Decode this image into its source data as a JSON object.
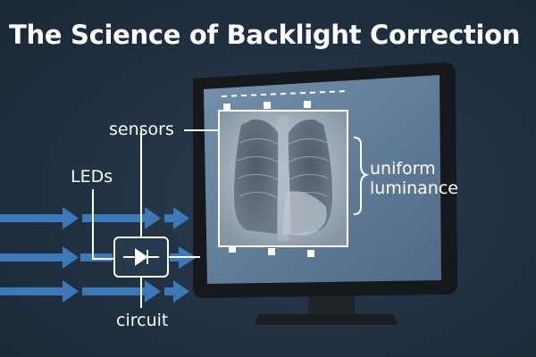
{
  "title": "The Science of Backlight Correction",
  "labels": {
    "sensors": "sensors",
    "leds": "LEDs",
    "circuit": "circuit",
    "uniform": "uniform",
    "luminance": "luminance"
  },
  "icons": [
    "arrow-right-icon",
    "diode-icon",
    "monitor-icon",
    "chest-xray-image"
  ],
  "colors": {
    "background": "#1e2d3d",
    "arrow": "#3d78b8",
    "monitor_frame": "#15191d",
    "screen": "#6b86a2",
    "text": "#ffffff"
  }
}
